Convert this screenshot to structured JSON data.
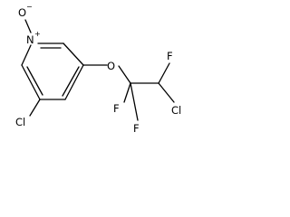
{
  "molecule": {
    "atoms": {
      "n1": "N",
      "n1_charge": "+",
      "o_oxide": "O",
      "o_oxide_charge": "−",
      "cl_ring": "Cl",
      "o_ether": "O",
      "f_top": "F",
      "cl_chain": "Cl",
      "f_left": "F",
      "f_bottom": "F"
    }
  }
}
